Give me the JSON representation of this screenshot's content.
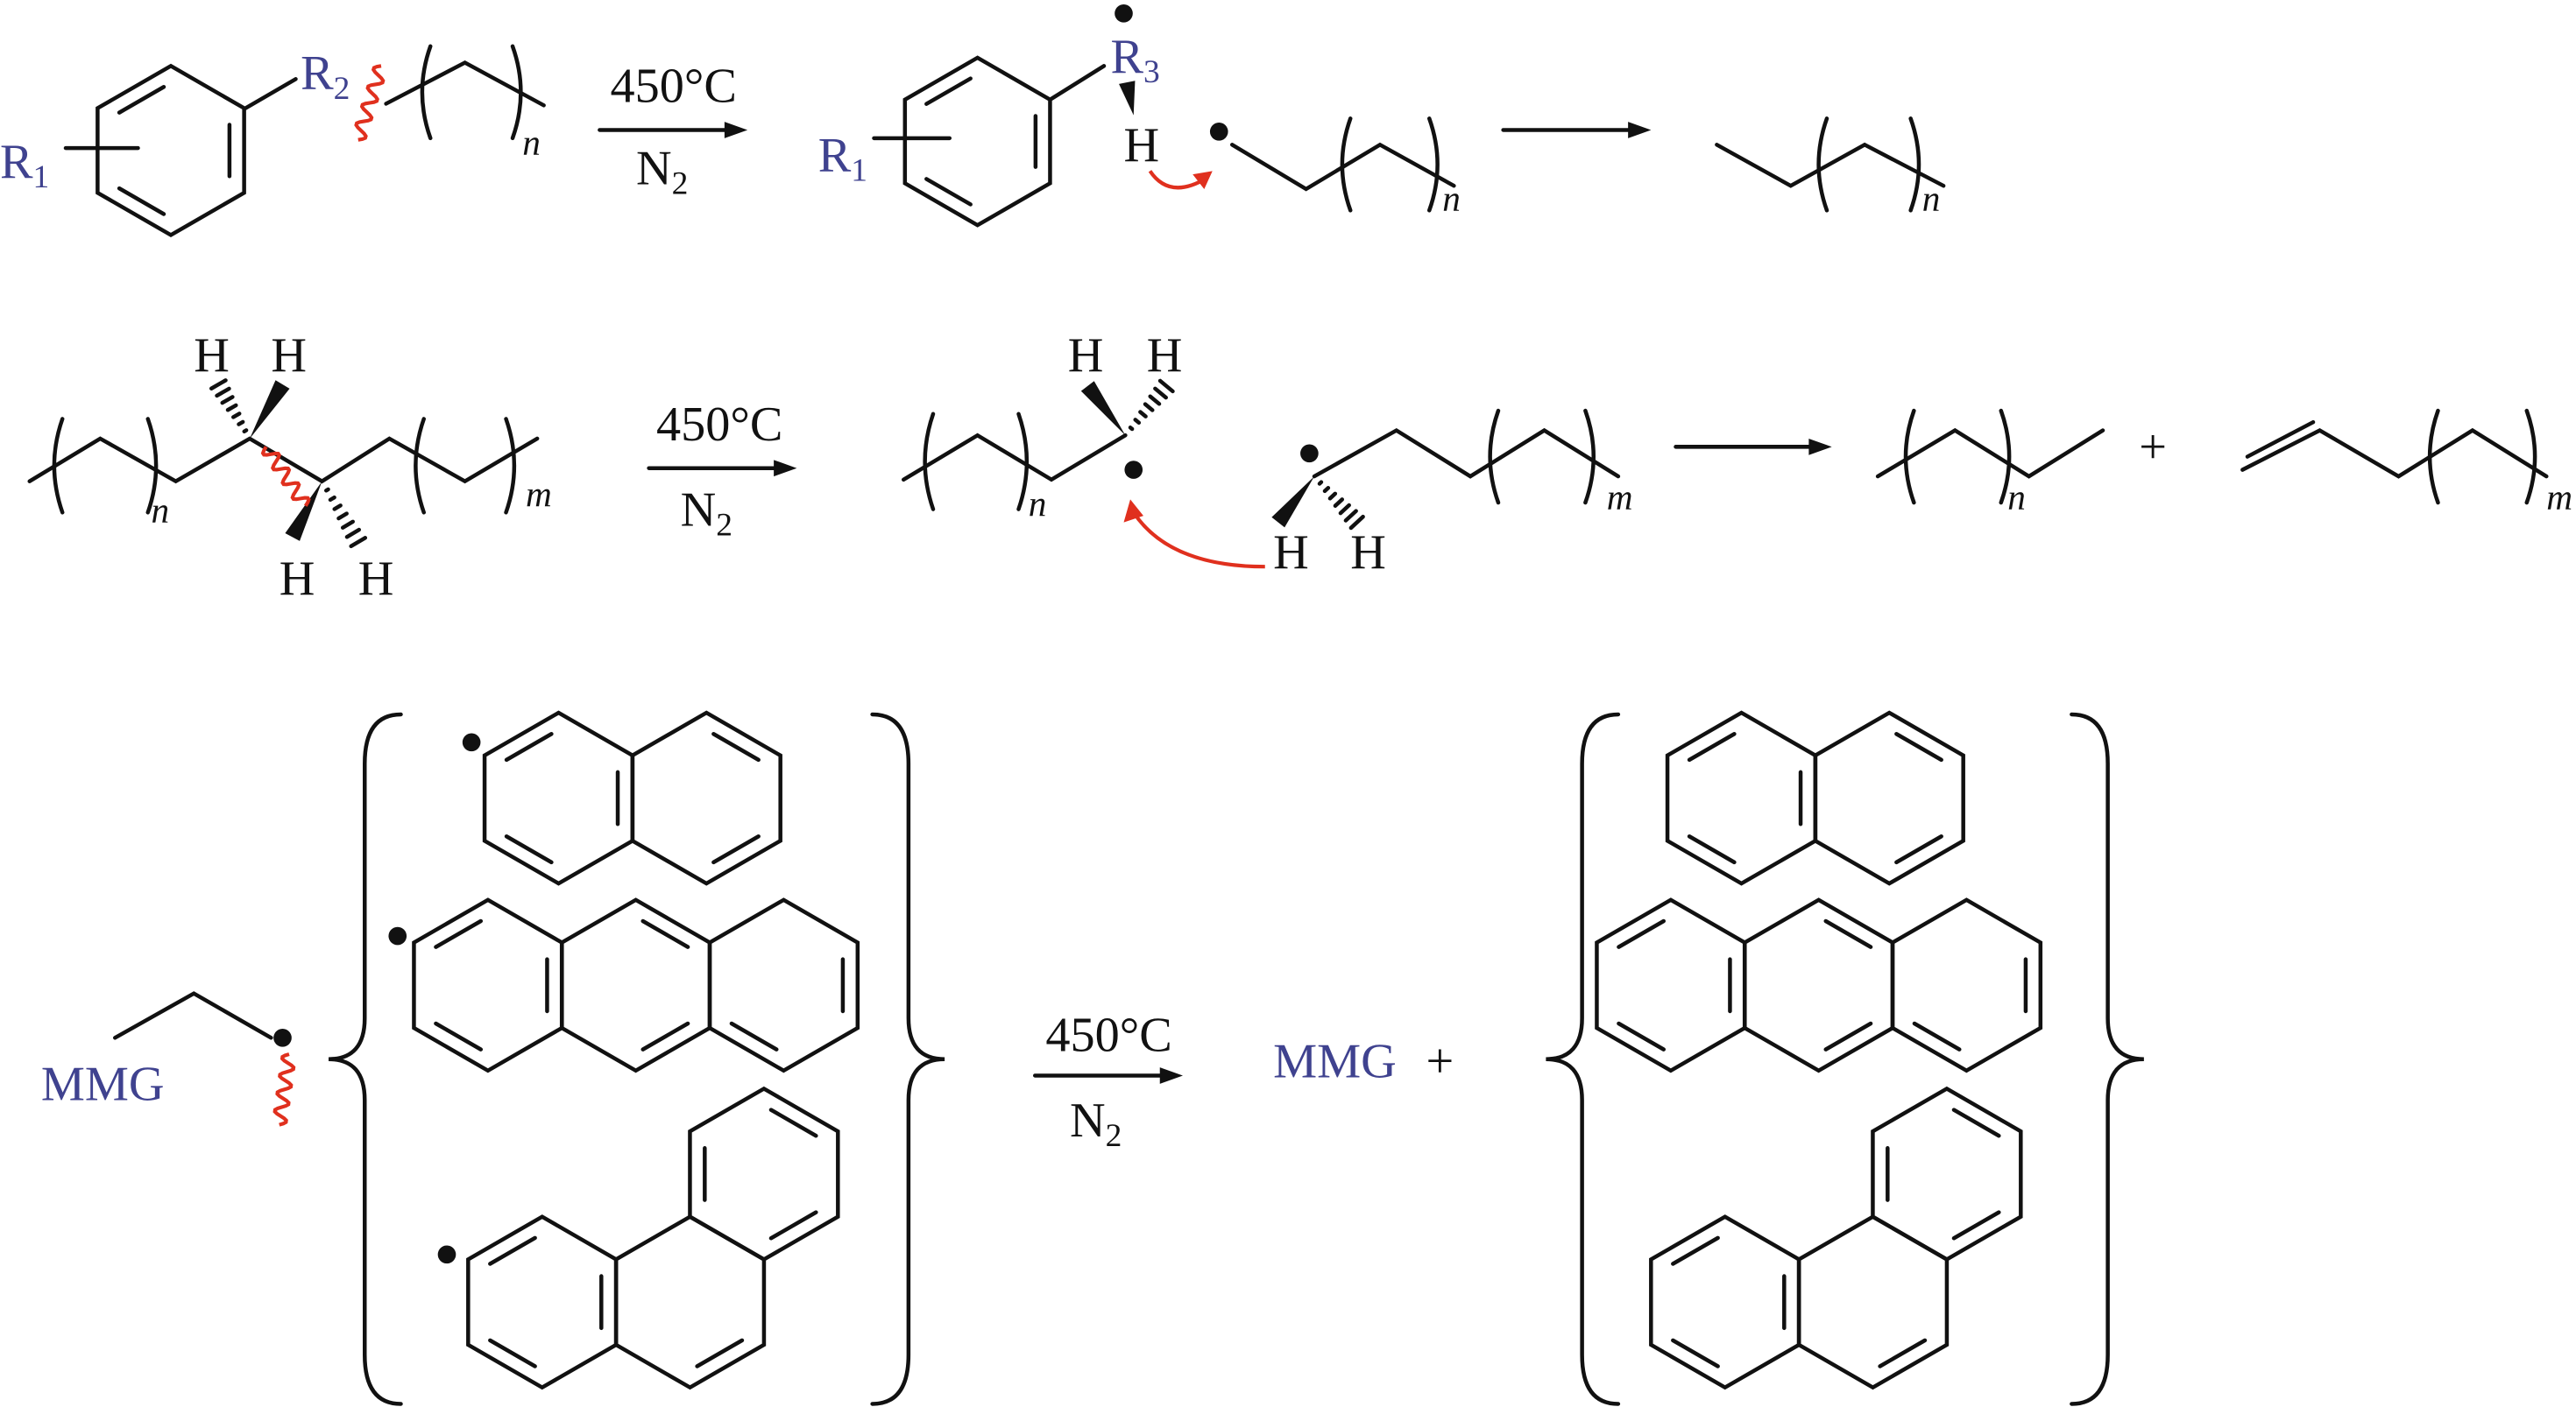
{
  "labels": {
    "r1": "R",
    "r1_sub": "1",
    "r2": "R",
    "r2_sub": "2",
    "r3": "R",
    "r3_sub": "3",
    "n": "n",
    "m": "m",
    "h": "H",
    "temp": "450°C",
    "gas": "N",
    "gas_sub": "2",
    "mmg": "MMG",
    "plus": "+"
  },
  "colors": {
    "substituent": "#3f428f",
    "cleavage": "#e0301e",
    "bond": "#111111"
  }
}
